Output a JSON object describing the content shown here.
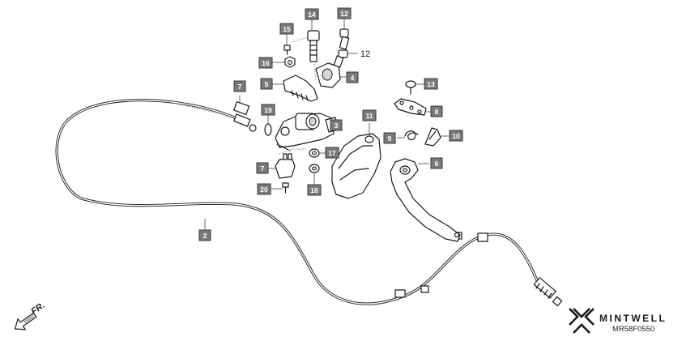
{
  "diagram": {
    "callouts": [
      "2",
      "3",
      "4",
      "5",
      "6",
      "7",
      "8",
      "9",
      "10",
      "11",
      "12",
      "12",
      "13",
      "14",
      "15",
      "16",
      "17",
      "18",
      "19",
      "20",
      "7"
    ],
    "plain_label": "12",
    "direction_label": "FR.",
    "brand": "MINTWELL",
    "diagram_code": "MR58F0550"
  }
}
